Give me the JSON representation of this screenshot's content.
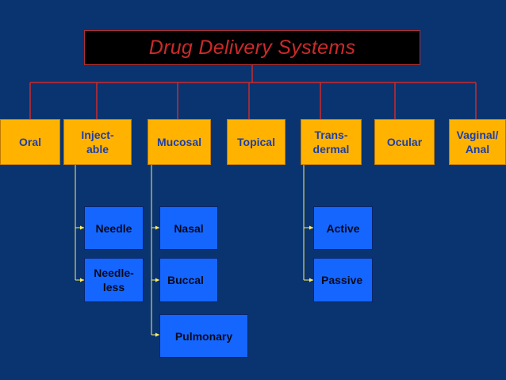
{
  "title": "Drug Delivery Systems",
  "colors": {
    "background": "#0a3470",
    "title_box": "#000000",
    "title_text": "#cc2a2a",
    "category_box": "#ffb300",
    "category_text": "#1e3fa8",
    "subcategory_box": "#1466ff",
    "subcategory_text": "#0a0a1a",
    "top_connector": "#cc2a2a",
    "branch_connector": "#ffee66"
  },
  "categories": [
    {
      "label": "Oral"
    },
    {
      "label": "Inject-\nable",
      "children": [
        {
          "label": "Needle"
        },
        {
          "label": "Needle-\nless"
        }
      ]
    },
    {
      "label": "Mucosal",
      "children": [
        {
          "label": "Nasal"
        },
        {
          "label": "Buccal"
        },
        {
          "label": "Pulmonary"
        }
      ]
    },
    {
      "label": "Topical"
    },
    {
      "label": "Trans-\ndermal",
      "children": [
        {
          "label": "Active"
        },
        {
          "label": "Passive"
        }
      ]
    },
    {
      "label": "Ocular"
    },
    {
      "label": "Vaginal/\nAnal"
    }
  ]
}
